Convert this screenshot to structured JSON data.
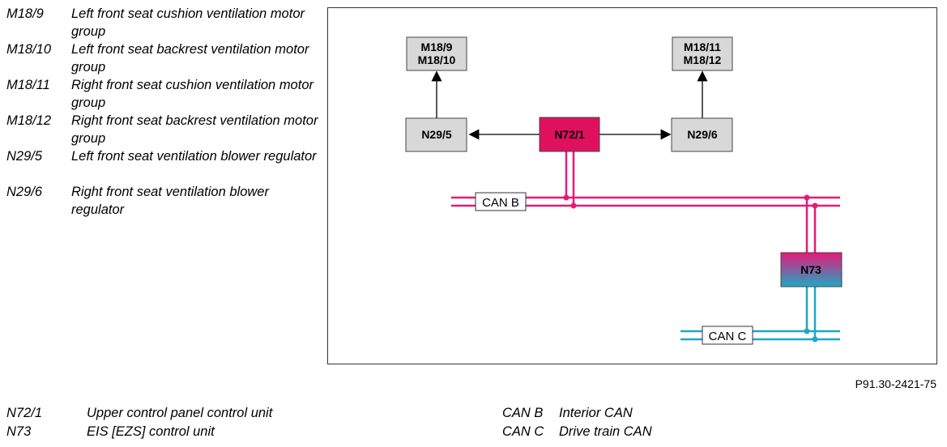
{
  "legend_top": [
    {
      "code": "M18/9",
      "desc": "Left front seat cushion ventilation motor group"
    },
    {
      "code": "M18/10",
      "desc": "Left front seat backrest ventilation motor group"
    },
    {
      "code": "M18/11",
      "desc": "Right front seat cushion ventilation motor group"
    },
    {
      "code": "M18/12",
      "desc": "Right front seat backrest ventilation motor group"
    },
    {
      "code": "N29/5",
      "desc": "Left front seat ventilation blower regulator"
    },
    {
      "code": "N29/6",
      "desc": "Right front seat ventilation blower regulator"
    }
  ],
  "diagram": {
    "box_left_motors": [
      "M18/9",
      "M18/10"
    ],
    "box_right_motors": [
      "M18/11",
      "M18/12"
    ],
    "box_left_regulator": "N29/5",
    "box_right_regulator": "N29/6",
    "box_control_panel": "N72/1",
    "box_eis": "N73",
    "bus_can_b": "CAN B",
    "bus_can_c": "CAN C",
    "colors": {
      "can_b": "#e6197a",
      "can_c": "#20a7c4",
      "n72_fill": "#e0105f",
      "gray_box": "#d8d8d8"
    }
  },
  "figure_ref": "P91.30-2421-75",
  "legend_bottom": [
    {
      "code": "N72/1",
      "desc": "Upper control panel control unit"
    },
    {
      "code": "N73",
      "desc": "EIS [EZS] control unit"
    },
    {
      "code": "CAN B",
      "desc": "Interior CAN"
    },
    {
      "code": "CAN C",
      "desc": "Drive train CAN"
    }
  ]
}
